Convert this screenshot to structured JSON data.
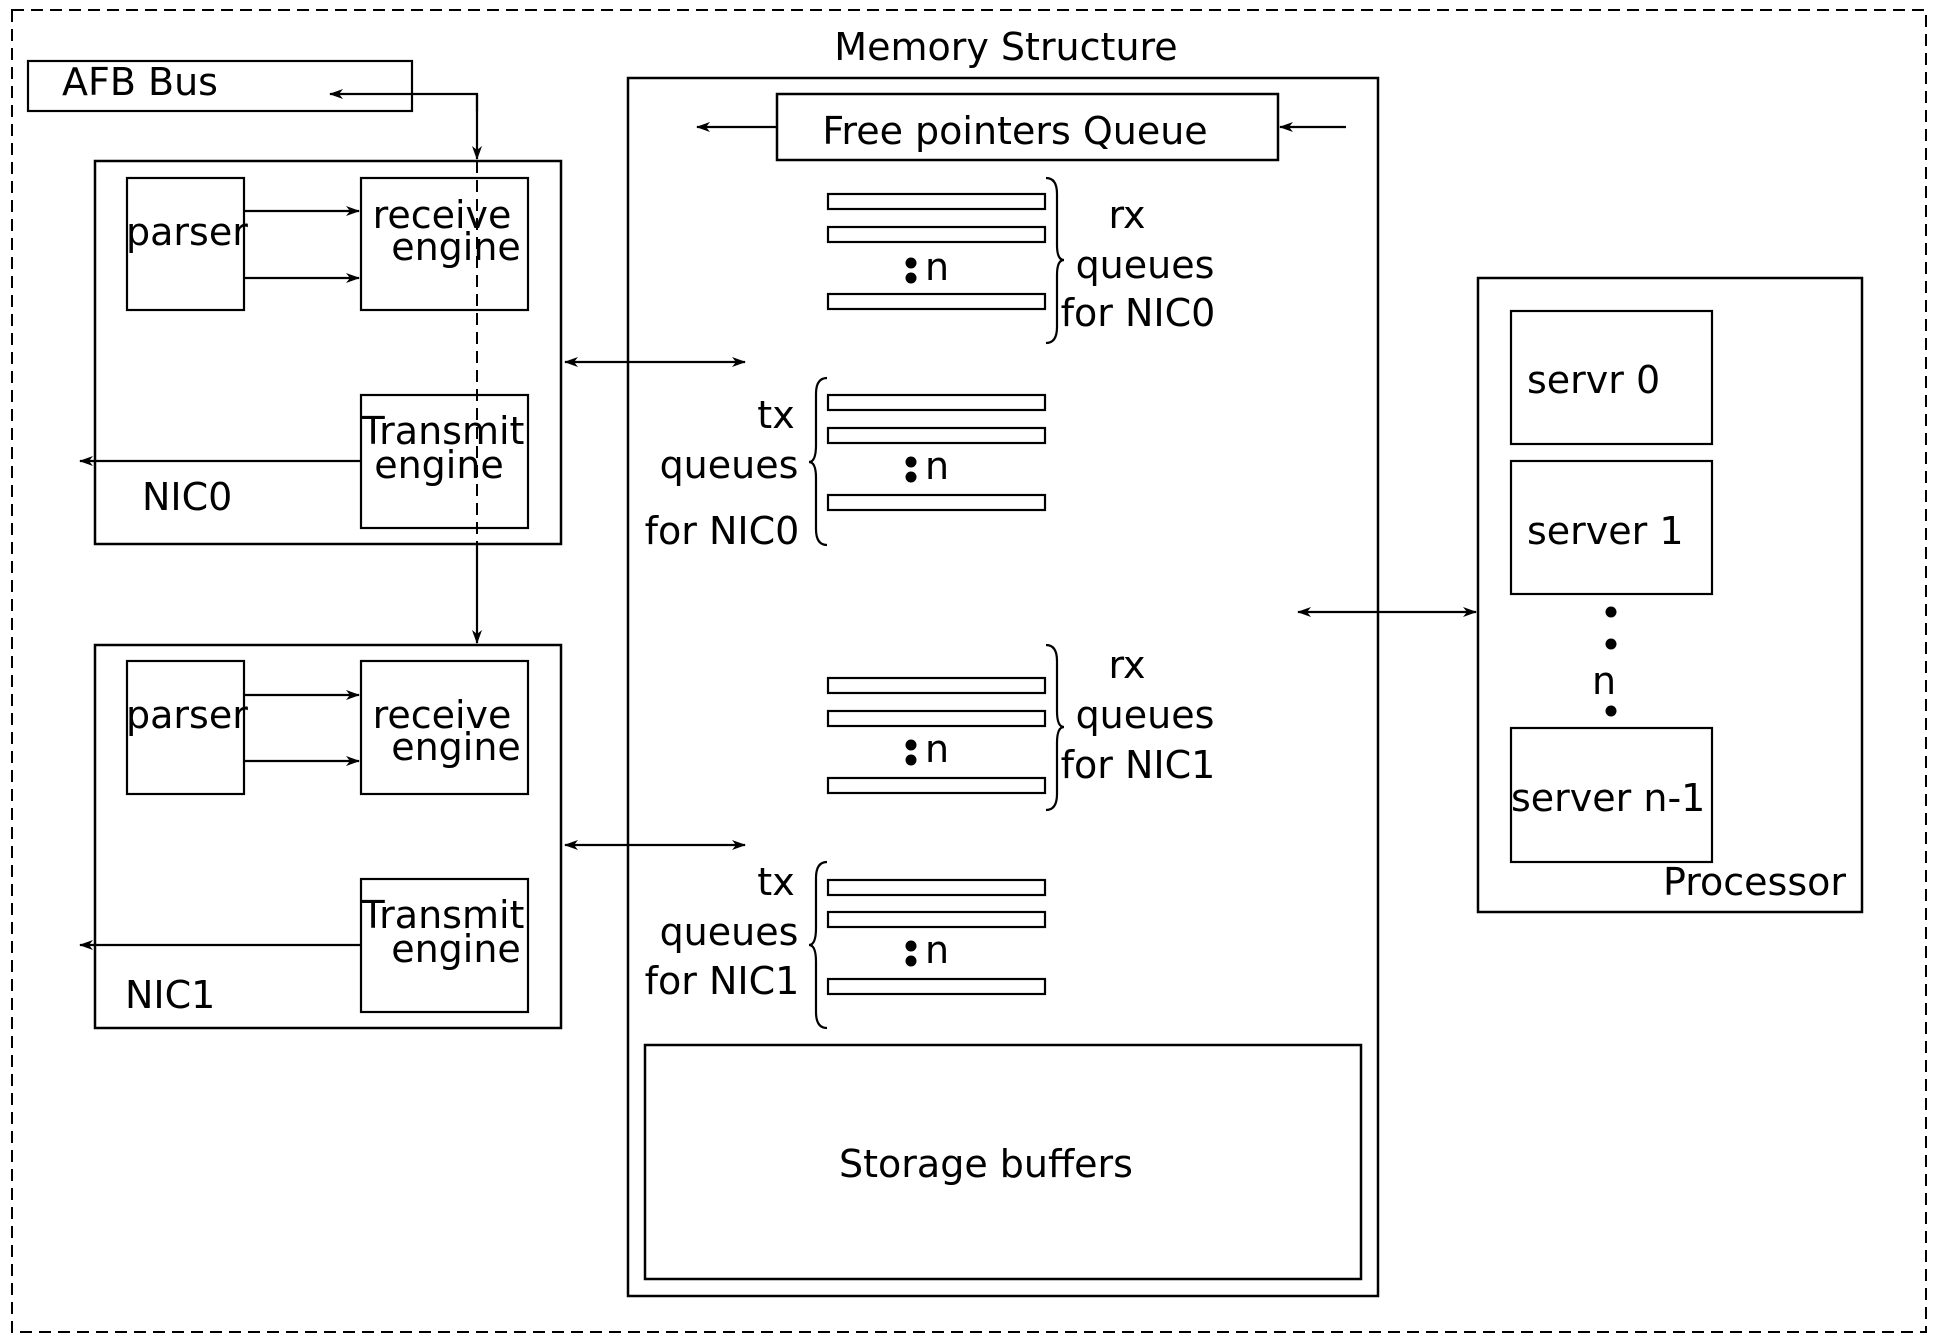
{
  "labels": {
    "memory_structure": "Memory Structure",
    "afb_bus": "AFB Bus",
    "free_pointers_queue": "Free pointers Queue",
    "storage_buffers": "Storage buffers",
    "processor": "Processor",
    "n": "n"
  },
  "nics": [
    {
      "name": "NIC0",
      "parser": "parser",
      "receive_1": "receive",
      "receive_2": "engine",
      "transmit_1": "Transmit",
      "transmit_2": "engine"
    },
    {
      "name": "NIC1",
      "parser": "parser",
      "receive_1": "receive",
      "receive_2": "engine",
      "transmit_1": "Transmit",
      "transmit_2": "engine"
    }
  ],
  "queue_groups": [
    {
      "kind": "rx",
      "line1": "rx",
      "line2": "queues",
      "line3": "for NIC0"
    },
    {
      "kind": "tx",
      "line1": "tx",
      "line2": "queues",
      "line3": "for NIC0"
    },
    {
      "kind": "rx",
      "line1": "rx",
      "line2": "queues",
      "line3": "for NIC1"
    },
    {
      "kind": "tx",
      "line1": "tx",
      "line2": "queues",
      "line3": "for NIC1"
    }
  ],
  "servers": [
    "servr 0",
    "server 1",
    "server n-1"
  ]
}
